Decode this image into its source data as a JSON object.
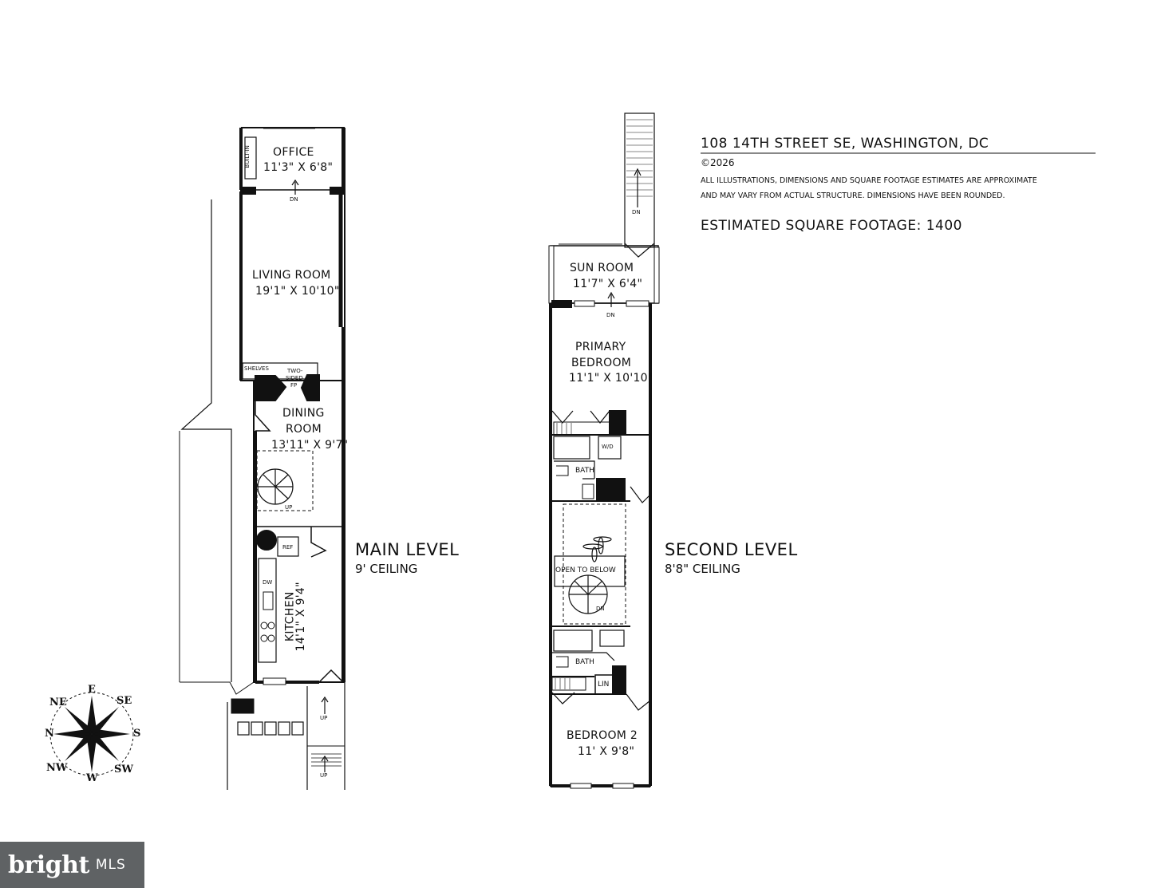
{
  "header": {
    "address": "108 14TH STREET SE, WASHINGTON, DC",
    "copyright": "©2026",
    "disclaimer_line1": "ALL ILLUSTRATIONS, DIMENSIONS AND SQUARE FOOTAGE ESTIMATES ARE APPROXIMATE",
    "disclaimer_line2": "AND MAY VARY FROM ACTUAL STRUCTURE. DIMENSIONS HAVE BEEN ROUNDED.",
    "sqft": "ESTIMATED SQUARE FOOTAGE: 1400"
  },
  "main_level": {
    "title": "MAIN LEVEL",
    "ceiling": "9' CEILING",
    "rooms": {
      "office": {
        "name": "OFFICE",
        "dims": "11'3\" X 6'8\""
      },
      "living": {
        "name": "LIVING ROOM",
        "dims": "19'1\" X 10'10\""
      },
      "dining": {
        "name1": "DINING",
        "name2": "ROOM",
        "dims": "13'11\" X 9'7\""
      },
      "kitchen": {
        "name": "KITCHEN",
        "dims": "14'1\" X 9'4\""
      }
    },
    "labels": {
      "built_in": "BUILT-IN",
      "dn": "DN",
      "shelves": "SHELVES",
      "fp_line1": "TWO-",
      "fp_line2": "SIDED",
      "fp_line3": "FP",
      "up": "UP",
      "ref": "REF",
      "dw": "DW"
    }
  },
  "second_level": {
    "title": "SECOND LEVEL",
    "ceiling": "8'8\" CEILING",
    "rooms": {
      "sun": {
        "name": "SUN ROOM",
        "dims": "11'7\" X 6'4\""
      },
      "primary": {
        "name1": "PRIMARY",
        "name2": "BEDROOM",
        "dims": "11'1\" X 10'10\""
      },
      "bedroom2": {
        "name": "BEDROOM 2",
        "dims": "11' X 9'8\""
      }
    },
    "labels": {
      "dn": "DN",
      "wd": "W/D",
      "bath": "BATH",
      "open_to_below": "OPEN TO BELOW",
      "lin": "LIN"
    }
  },
  "compass": {
    "n": "N",
    "ne": "NE",
    "e": "E",
    "se": "SE",
    "s": "S",
    "sw": "SW",
    "w": "W",
    "nw": "NW"
  },
  "brand": {
    "word": "bright",
    "suffix": "MLS"
  }
}
